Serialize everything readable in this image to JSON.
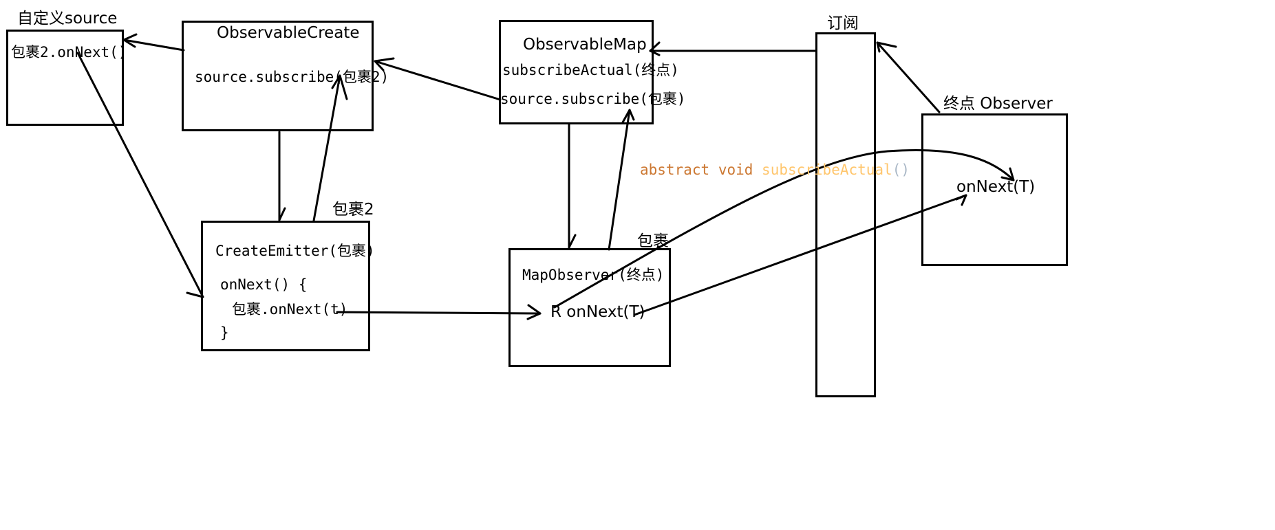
{
  "labels": {
    "custom_source": "自定义source",
    "subscribe": "订阅",
    "parcel2": "包裹2",
    "parcel": "包裹",
    "final_observer": "终点 Observer"
  },
  "boxes": {
    "custom_source": {
      "line1": "包裹2.onNext()"
    },
    "observable_create": {
      "title": "ObservableCreate",
      "line1": "source.subscribe(包裹2)"
    },
    "create_emitter": {
      "title": "CreateEmitter(包裹)",
      "line1": "onNext() {",
      "line2": "包裹.onNext(t)",
      "line3": "}"
    },
    "observable_map": {
      "title": "ObservableMap",
      "line1": "subscribeActual(终点)",
      "line2": "source.subscribe(包裹)"
    },
    "map_observer": {
      "title": "MapObserver(终点)",
      "line1": "R onNext(T)"
    },
    "observer": {
      "line1": "onNext(T)"
    }
  },
  "code_snippet": {
    "keyword1": "abstract",
    "keyword2": "void",
    "method": "subscribeActual",
    "parens": "()"
  },
  "colors": {
    "line": "#000000",
    "keyword": "#cc7832",
    "method": "#ffc66d",
    "parens": "#a9b7c6"
  }
}
